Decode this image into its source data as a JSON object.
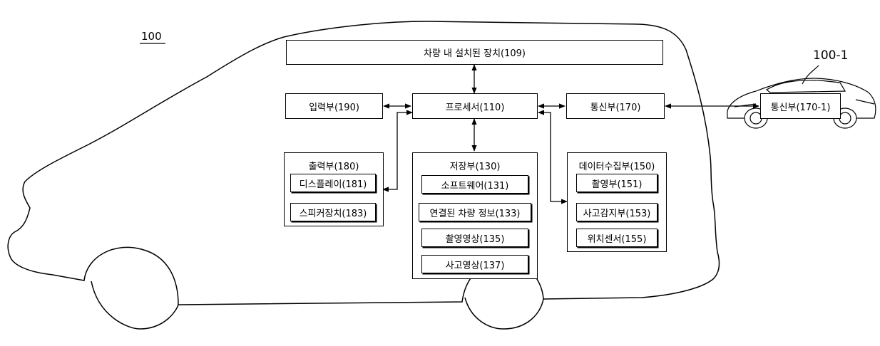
{
  "figure": {
    "ref_main": "100",
    "ref_other": "100-1"
  },
  "blocks": {
    "installed_device": "차량 내 설치된 장치(109)",
    "input": "입력부(190)",
    "processor": "프로세서(110)",
    "comm": "통신부(170)",
    "comm_other": "통신부(170-1)"
  },
  "output_group": {
    "title": "출력부(180)",
    "items": [
      "디스플레이(181)",
      "스피커장치(183)"
    ]
  },
  "storage_group": {
    "title": "저장부(130)",
    "items": [
      "소프트웨어(131)",
      "연결된 차량 정보(133)",
      "촬영영상(135)",
      "사고영상(137)"
    ]
  },
  "collect_group": {
    "title": "데이터수집부(150)",
    "items": [
      "촬영부(151)",
      "사고감지부(153)",
      "위치센서(155)"
    ]
  }
}
